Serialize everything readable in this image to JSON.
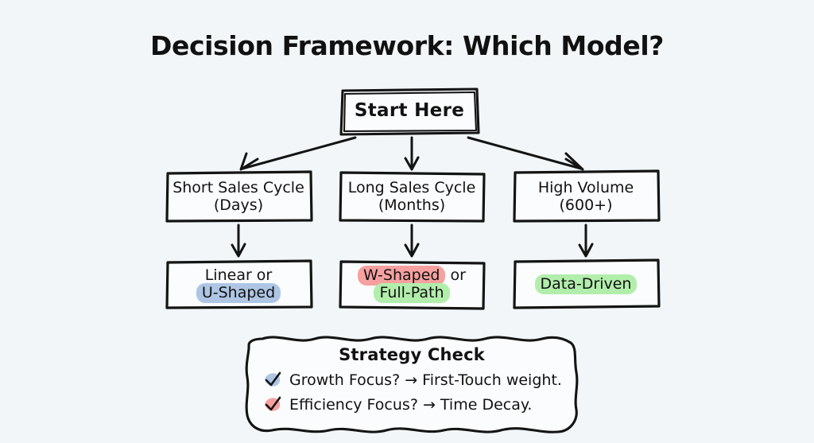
{
  "page": {
    "title": "Decision Framework: Which Model?",
    "background_color": "#f2f6f8",
    "ink_color": "#121212"
  },
  "diagram": {
    "type": "flowchart",
    "style": "hand-drawn",
    "start_node": {
      "id": "start",
      "label": "Start Here"
    },
    "conditions": [
      {
        "id": "cond-0",
        "line1": "Short Sales Cycle",
        "line2": "(Days)"
      },
      {
        "id": "cond-1",
        "line1": "Long Sales Cycle",
        "line2": "(Months)"
      },
      {
        "id": "cond-2",
        "line1": "High Volume",
        "line2": "(600+)"
      }
    ],
    "results": [
      {
        "id": "res-0",
        "line1_plain": "Linear or",
        "line2_highlight": "U-Shaped",
        "highlight_color": "#aec6e4",
        "highlight_name": "blue"
      },
      {
        "id": "res-1",
        "line1_highlight": "W-Shaped",
        "line1_highlight_color": "#f6a0a0",
        "line1_suffix": " or",
        "line2_highlight": "Full-Path",
        "line2_highlight_color": "#b2eeab"
      },
      {
        "id": "res-2",
        "line1_highlight": "Data-Driven",
        "highlight_color": "#b2eeab",
        "highlight_name": "green"
      }
    ],
    "edges": [
      {
        "from": "start",
        "to": "cond-0",
        "direction": "down-left"
      },
      {
        "from": "start",
        "to": "cond-1",
        "direction": "down"
      },
      {
        "from": "start",
        "to": "cond-2",
        "direction": "down-right"
      },
      {
        "from": "cond-0",
        "to": "res-0",
        "direction": "down"
      },
      {
        "from": "cond-1",
        "to": "res-1",
        "direction": "down"
      },
      {
        "from": "cond-2",
        "to": "res-2",
        "direction": "down"
      }
    ]
  },
  "strategy_check": {
    "title": "Strategy Check",
    "items": [
      {
        "check_color": "#aec6e4",
        "check_name": "blue",
        "text": "Growth Focus? → First-Touch weight."
      },
      {
        "check_color": "#f6a0a0",
        "check_name": "red",
        "text": "Efficiency Focus? → Time Decay."
      }
    ]
  }
}
